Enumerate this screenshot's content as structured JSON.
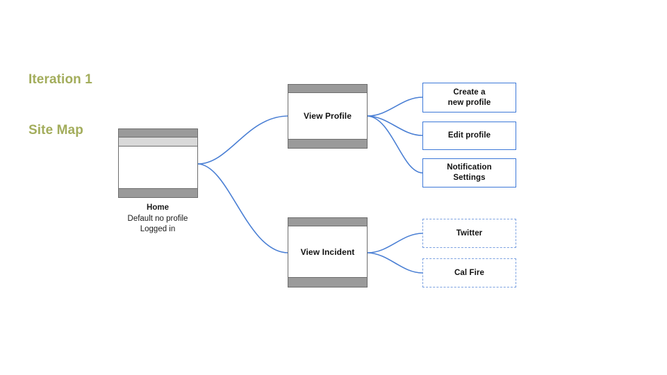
{
  "title": {
    "line1": "Iteration 1",
    "line2": "Site Map",
    "color": "#a3ad5c"
  },
  "colors": {
    "edge": "#4a7fd4",
    "leaf_border_solid": "#3c78d8",
    "leaf_border_dashed": "#7aa0e0",
    "wireframe_bar_dark": "#9a9a9a",
    "wireframe_bar_light": "#d9d9d9",
    "wireframe_outline": "#6d6d6d",
    "background": "#ffffff",
    "text": "#111111"
  },
  "nodes": {
    "home": {
      "label": "",
      "caption_title": "Home",
      "caption_line1": "Default no profile",
      "caption_line2": "Logged in"
    },
    "view_profile": {
      "label": "View Profile"
    },
    "view_incident": {
      "label": "View Incident"
    }
  },
  "leaves": {
    "create_profile": {
      "line1": "Create a",
      "line2": "new profile",
      "style": "solid"
    },
    "edit_profile": {
      "line1": "Edit profile",
      "line2": "",
      "style": "solid"
    },
    "notification_settings": {
      "line1": "Notification",
      "line2": "Settings",
      "style": "solid"
    },
    "twitter": {
      "line1": "Twitter",
      "line2": "",
      "style": "dashed"
    },
    "cal_fire": {
      "line1": "Cal Fire",
      "line2": "",
      "style": "dashed"
    }
  },
  "edges": [
    {
      "name": "home-to-view-profile",
      "from": "home",
      "to": "view_profile"
    },
    {
      "name": "home-to-view-incident",
      "from": "home",
      "to": "view_incident"
    },
    {
      "name": "view-profile-to-create-profile",
      "from": "view_profile",
      "to": "create_profile"
    },
    {
      "name": "view-profile-to-edit-profile",
      "from": "view_profile",
      "to": "edit_profile"
    },
    {
      "name": "view-profile-to-notification",
      "from": "view_profile",
      "to": "notification_settings"
    },
    {
      "name": "view-incident-to-twitter",
      "from": "view_incident",
      "to": "twitter"
    },
    {
      "name": "view-incident-to-cal-fire",
      "from": "view_incident",
      "to": "cal_fire"
    }
  ]
}
